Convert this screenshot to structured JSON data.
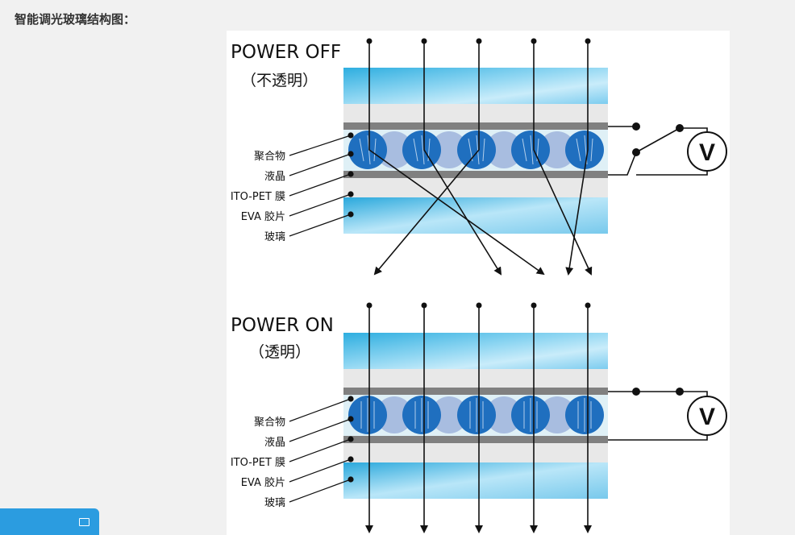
{
  "page": {
    "heading": "智能调光玻璃结构图："
  },
  "panels": [
    {
      "state": "POWER OFF",
      "substate": "（不透明）",
      "labels": [
        "聚合物",
        "液晶",
        "ITO-PET 膜",
        "EVA 胶片",
        "玻璃"
      ],
      "voltmeter": "V",
      "switch": "open"
    },
    {
      "state": "POWER ON",
      "substate": "（透明）",
      "labels": [
        "聚合物",
        "液晶",
        "ITO-PET 膜",
        "EVA 胶片",
        "玻璃"
      ],
      "voltmeter": "V",
      "switch": "closed"
    }
  ],
  "colors": {
    "glass": "#33b6e6",
    "glass_light": "#c9ecfa",
    "eva": "#e6e6e6",
    "ito": "#7d7d7d",
    "lc_layer": "#d8eef6",
    "droplet_dark": "#1f6fbf",
    "droplet_light": "#9fb6dc",
    "accent_button": "#2b9ce0"
  }
}
